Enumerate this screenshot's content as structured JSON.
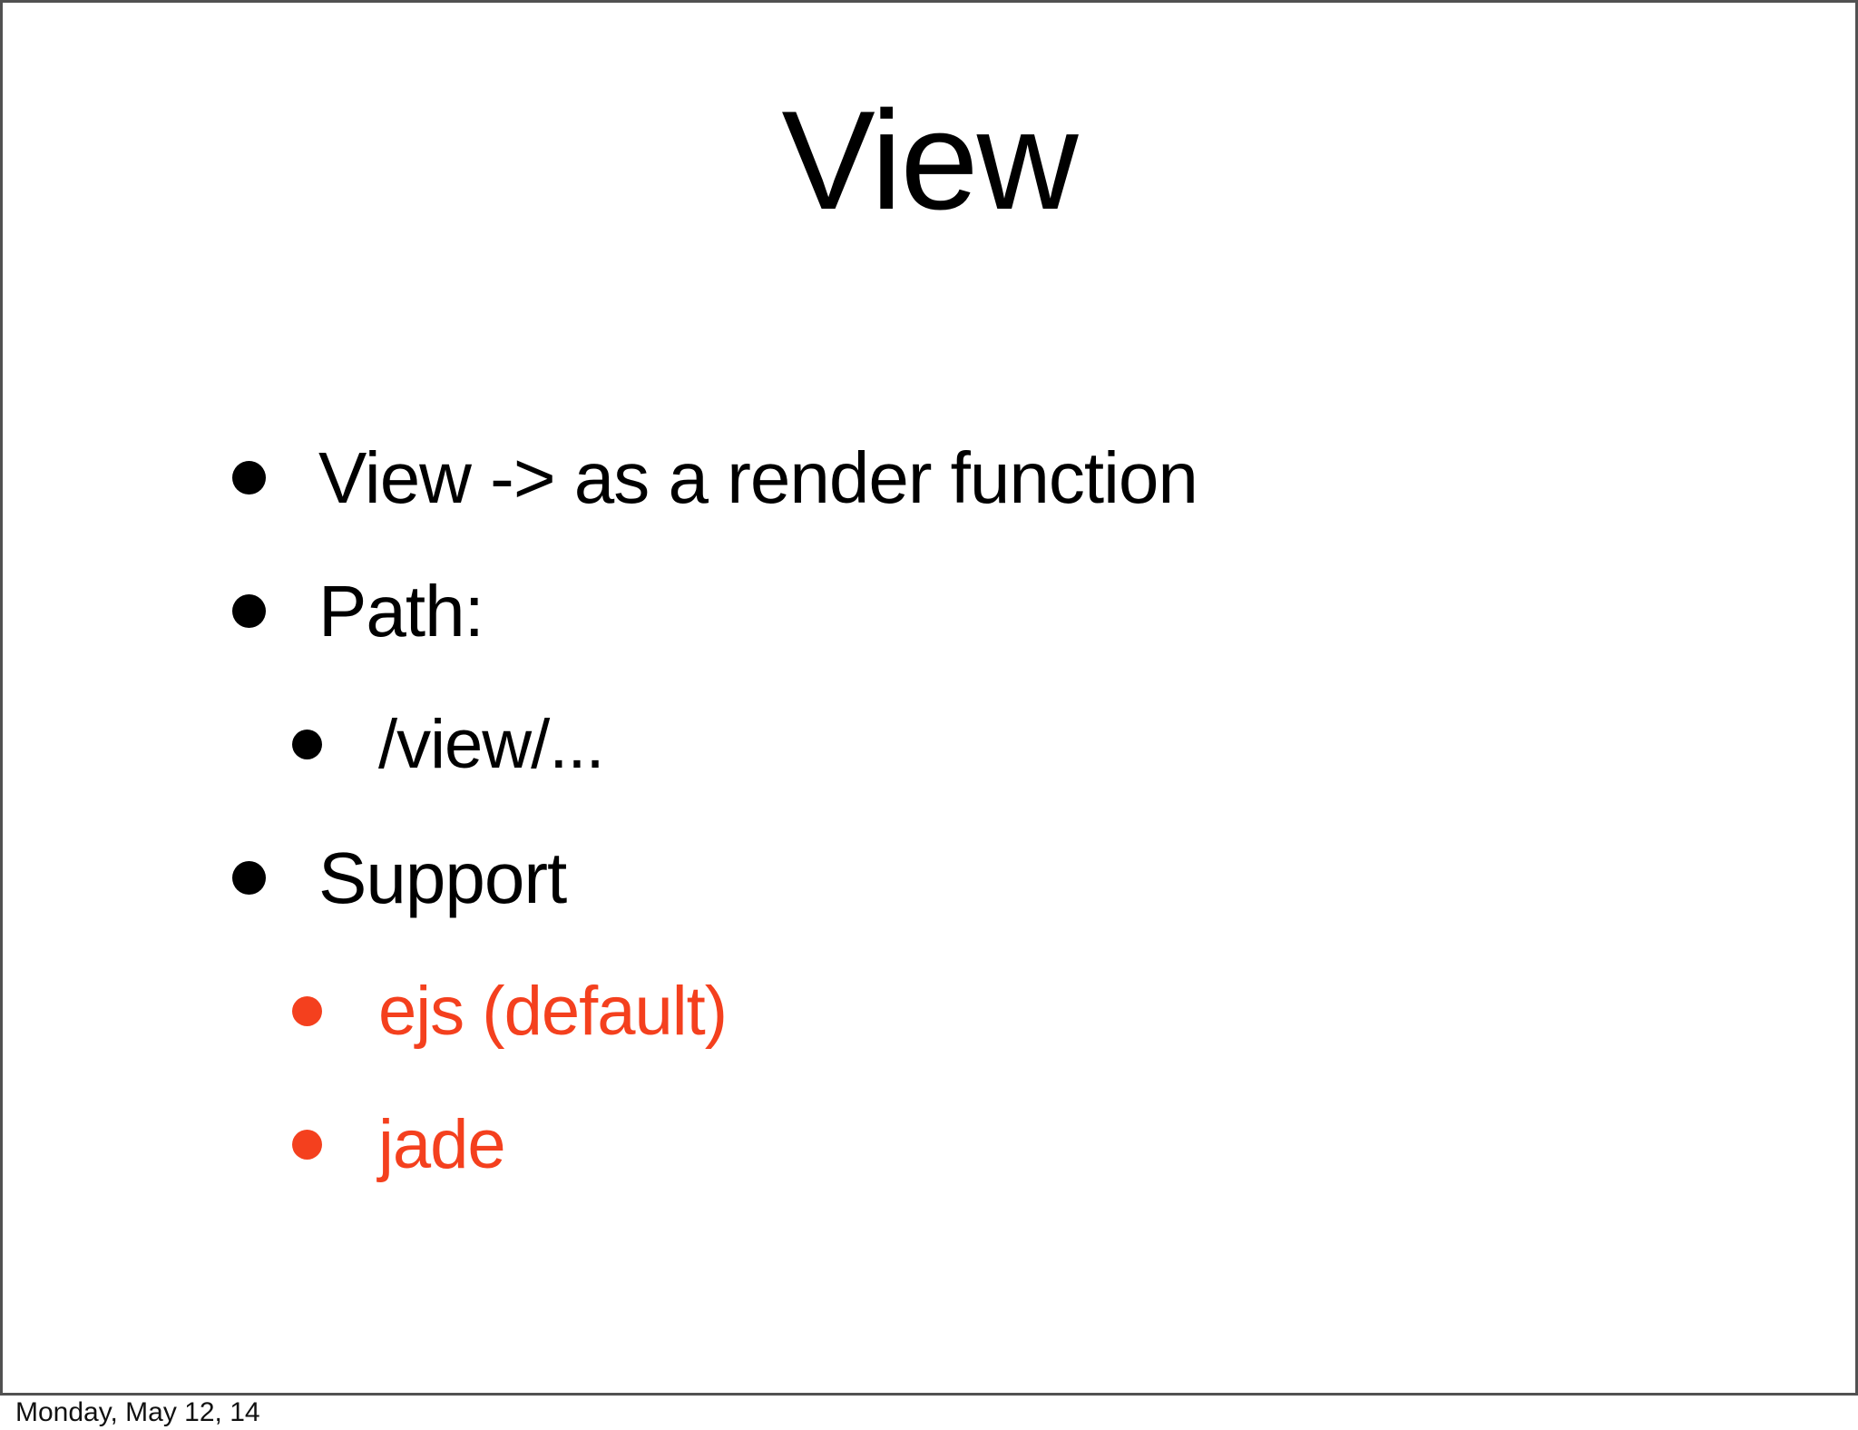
{
  "slide": {
    "title": "View",
    "bullets": [
      {
        "level": 1,
        "text": "View -> as a render function",
        "color": "black"
      },
      {
        "level": 1,
        "text": "Path:",
        "color": "black"
      },
      {
        "level": 2,
        "text": "/view/...",
        "color": "black"
      },
      {
        "level": 1,
        "text": "Support",
        "color": "black"
      },
      {
        "level": 2,
        "text": "ejs (default)",
        "color": "red"
      },
      {
        "level": 2,
        "text": "jade",
        "color": "red"
      }
    ]
  },
  "footer": {
    "date": "Monday, May 12, 14"
  },
  "colors": {
    "background": "#ffffff",
    "text": "#000000",
    "accent_red": "#f4401e",
    "border": "#515151"
  }
}
